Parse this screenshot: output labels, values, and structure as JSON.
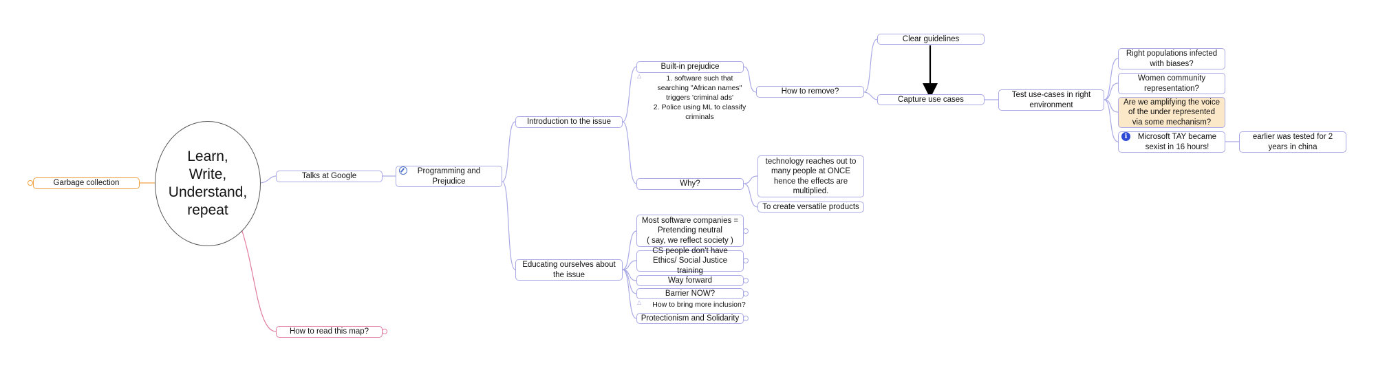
{
  "central": {
    "label": "Learn,\nWrite,\nUnderstand,\nrepeat"
  },
  "topics": {
    "garbage": "Garbage collection",
    "talks": "Talks at Google",
    "howto_read": "How to read this map?",
    "programming": "Programming and\nPrejudice",
    "intro": "Introduction to the issue",
    "educating": "Educating ourselves about\nthe issue",
    "builtin": "Built-in prejudice",
    "builtin_note": "1. software such that\nsearching \"African names\"\ntriggers 'criminal ads'\n2. Police using ML to classify\ncriminals",
    "why": "Why?",
    "how_remove": "How to remove?",
    "clear_guidelines": "Clear guidelines",
    "capture_use_cases": "Capture use cases",
    "test_use_cases": "Test use-cases in right\nenvironment",
    "right_populations": "Right populations infected\nwith biases?",
    "women_community": "Women community\nrepresentation?",
    "amplifying": "Are we amplifying the voice\nof the under represented\nvia some mechanism?",
    "microsoft_tay": "Microsoft TAY became\nsexist in 16 hours!",
    "tested_china": "earlier was tested for 2\nyears in china",
    "tech_reaches": "technology reaches out to\nmany people at ONCE\nhence the effects are\nmultiplied.",
    "versatile": "To create versatile products",
    "software_companies": "Most software companies =\nPretending neutral\n( say, we reflect society )",
    "cs_people": "CS people don't have\nEthics/ Social Justice training",
    "way_forward": "Way forward",
    "barrier_now": "Barrier NOW?",
    "inclusion_note": "How to bring more inclusion?",
    "protectionism": "Protectionism and Solidarity"
  },
  "icons": {
    "info": "info-icon",
    "link": "link-icon",
    "info_glyph": "i"
  },
  "colors": {
    "branch": "#a9a9e6",
    "garbage_branch": "#f0a040",
    "howto_branch": "#e07aa0",
    "highlight_fill": "#fbe8c8",
    "arrow": "#000000"
  }
}
